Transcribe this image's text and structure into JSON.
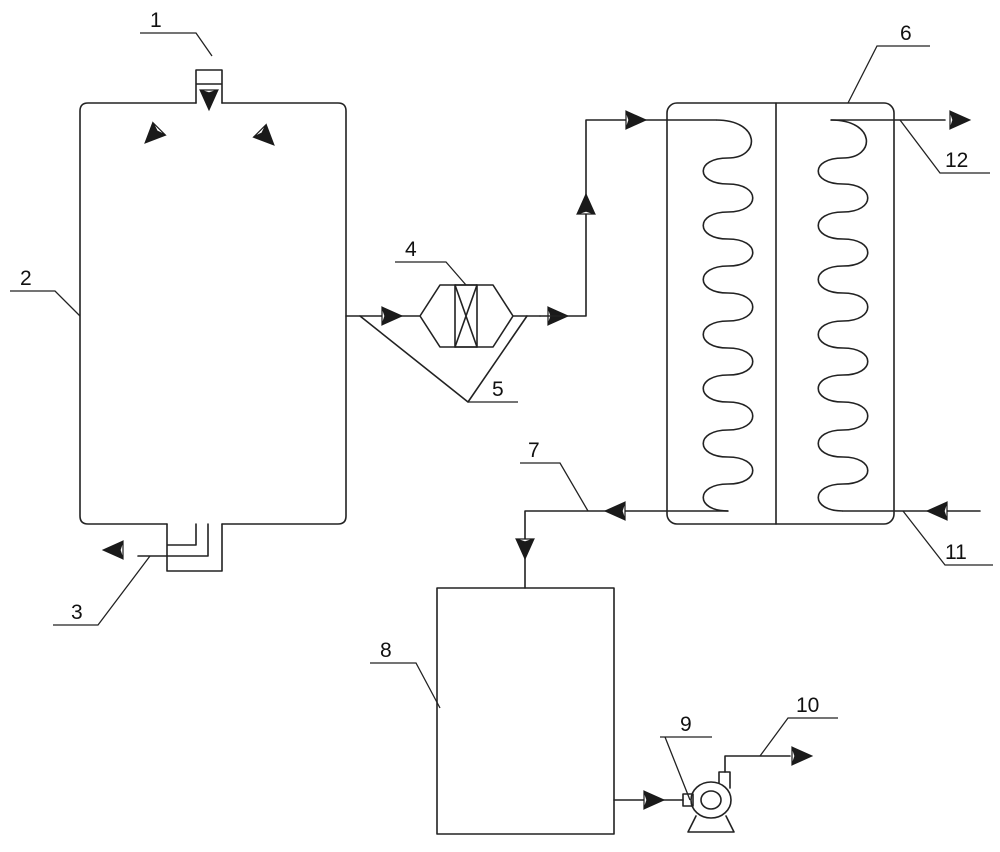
{
  "labels": {
    "l1": "1",
    "l2": "2",
    "l3": "3",
    "l4": "4",
    "l5": "5",
    "l6": "6",
    "l7": "7",
    "l8": "8",
    "l9": "9",
    "l10": "10",
    "l11": "11",
    "l12": "12"
  },
  "colors": {
    "stroke": "#222222",
    "background": "#ffffff"
  }
}
